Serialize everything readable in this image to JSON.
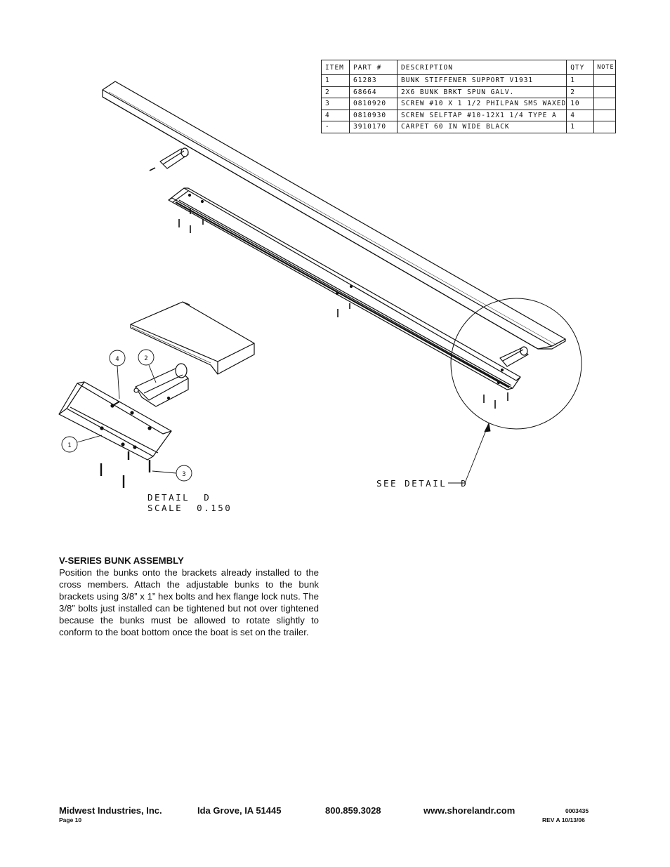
{
  "parts_table": {
    "headers": {
      "item": "ITEM",
      "part": "PART #",
      "description": "DESCRIPTION",
      "qty": "QTY",
      "note": "NOTE"
    },
    "rows": [
      {
        "item": "1",
        "part": "61283",
        "description": "BUNK STIFFENER SUPPORT V1931",
        "qty": "1",
        "note": ""
      },
      {
        "item": "2",
        "part": "68664",
        "description": "2X6 BUNK BRKT SPUN GALV.",
        "qty": "2",
        "note": ""
      },
      {
        "item": "3",
        "part": "0810920",
        "description": "SCREW #10 X 1 1/2 PHILPAN SMS WAXED",
        "qty": "10",
        "note": ""
      },
      {
        "item": "4",
        "part": "0810930",
        "description": "SCREW SELFTAP #10-12X1 1/4 TYPE A",
        "qty": "4",
        "note": ""
      },
      {
        "item": "-",
        "part": "3910170",
        "description": "CARPET 60 IN WIDE BLACK",
        "qty": "1",
        "note": ""
      }
    ]
  },
  "drawing": {
    "balloons": {
      "b1": "1",
      "b2": "2",
      "b3": "3",
      "b4": "4"
    },
    "detail_title": "DETAIL  D",
    "detail_scale": "SCALE  0.150",
    "see_detail": "SEE DETAIL  D"
  },
  "section": {
    "title": "V-SERIES BUNK ASSEMBLY",
    "body": "Position the bunks onto the brackets already installed to the cross members. Attach the adjustable bunks to the bunk brackets using 3/8” x 1” hex bolts and hex flange lock nuts. The 3/8” bolts just installed can be tightened but not over tightened because the bunks must be allowed to rotate slightly to conform to the boat bottom once the boat is set on the trailer."
  },
  "footer": {
    "company": "Midwest Industries, Inc.",
    "location": "Ida Grove, IA  51445",
    "phone": "800.859.3028",
    "website": "www.shorelandr.com",
    "page": "Page 10",
    "doc_number": "0003435",
    "revision": "REV A  10/13/06"
  }
}
